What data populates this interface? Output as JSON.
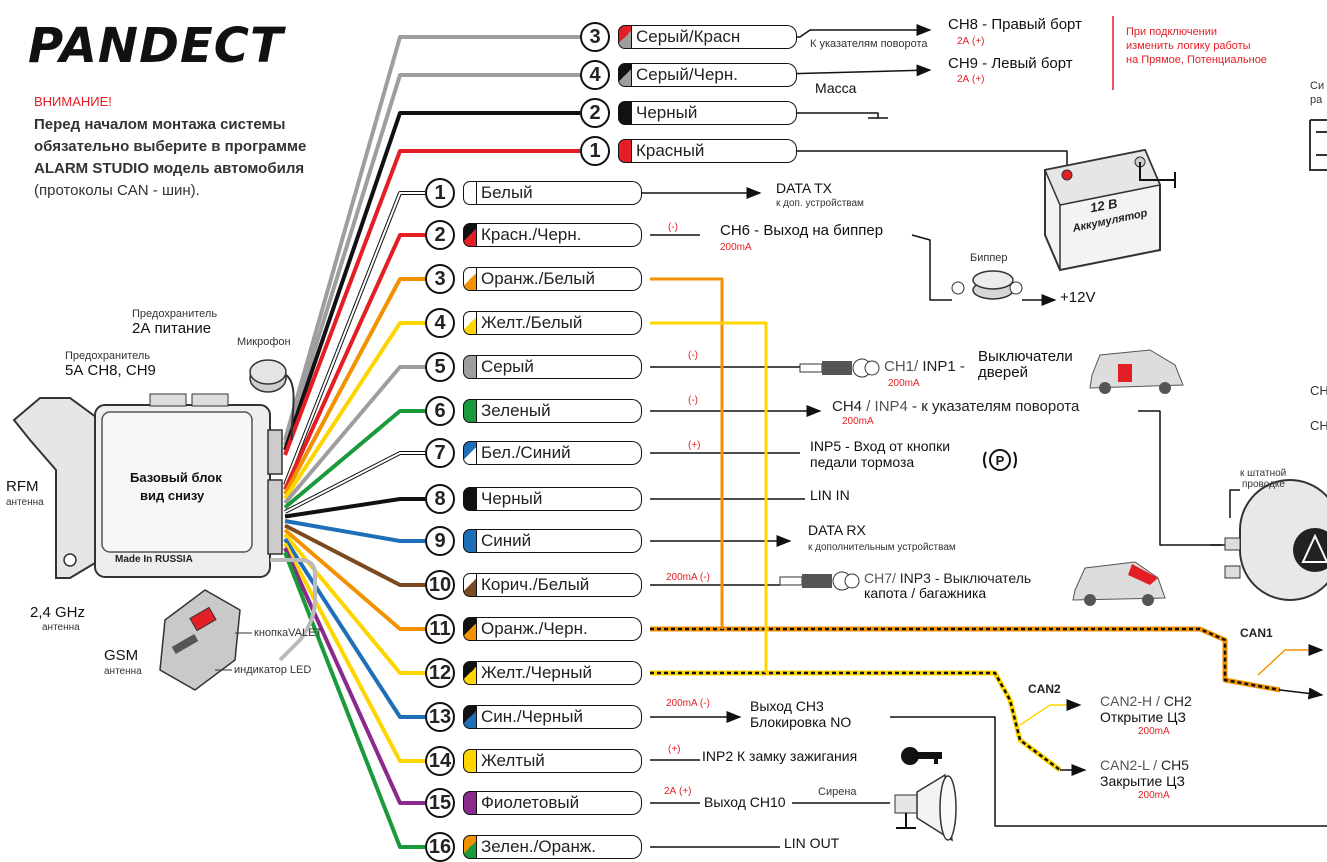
{
  "brand": {
    "logo": "PANDECT"
  },
  "warning": {
    "title": "ВНИМАНИЕ!",
    "body": "Перед началом монтажа системы обязательно выберите в программе ALARM STUDIO модель автомобиля",
    "note": "(протоколы CAN - шин)."
  },
  "unit": {
    "title": "Базовый блок",
    "subtitle": "вид снизу",
    "made": "Made In RUSSIA",
    "fuse_power_line1": "Предохранитель",
    "fuse_power_line2": "2А питание",
    "fuse_ch_line1": "Предохранитель",
    "fuse_ch_line2": "5А СН8, СН9",
    "microphone": "Микрофон",
    "rfm": "RFM",
    "rfm_sub": "антенна",
    "ghz": "2,4 GHz",
    "ghz_sub": "антенна",
    "gsm": "GSM",
    "gsm_sub": "антенна",
    "valet": "кнопкаVALET",
    "led": "индикатор LED"
  },
  "top_connector": [
    {
      "num": "3",
      "label": "Серый/Красн",
      "color": "#9e9e9e",
      "stripe": "#e31e24"
    },
    {
      "num": "4",
      "label": "Серый/Черн.",
      "color": "#9e9e9e",
      "stripe": "#111111"
    },
    {
      "num": "2",
      "label": "Черный",
      "color": "#111111",
      "stripe": "#111111"
    },
    {
      "num": "1",
      "label": "Красный",
      "color": "#e31e24",
      "stripe": "#e31e24"
    }
  ],
  "main_connector": [
    {
      "num": "1",
      "label": "Белый",
      "color": "#ffffff",
      "stripe": "#ffffff"
    },
    {
      "num": "2",
      "label": "Красн./Черн.",
      "color": "#e31e24",
      "stripe": "#111111"
    },
    {
      "num": "3",
      "label": "Оранж./Белый",
      "color": "#f39200",
      "stripe": "#ffffff"
    },
    {
      "num": "4",
      "label": "Желт./Белый",
      "color": "#ffd500",
      "stripe": "#ffffff"
    },
    {
      "num": "5",
      "label": "Серый",
      "color": "#9e9e9e",
      "stripe": "#9e9e9e"
    },
    {
      "num": "6",
      "label": "Зеленый",
      "color": "#1a9a3a",
      "stripe": "#1a9a3a"
    },
    {
      "num": "7",
      "label": "Бел./Синий",
      "color": "#ffffff",
      "stripe": "#1e6fb8"
    },
    {
      "num": "8",
      "label": "Черный",
      "color": "#111111",
      "stripe": "#111111"
    },
    {
      "num": "9",
      "label": "Синий",
      "color": "#1e6fb8",
      "stripe": "#1e6fb8"
    },
    {
      "num": "10",
      "label": "Корич./Белый",
      "color": "#7a4a22",
      "stripe": "#ffffff"
    },
    {
      "num": "11",
      "label": "Оранж./Черн.",
      "color": "#f39200",
      "stripe": "#111111"
    },
    {
      "num": "12",
      "label": "Желт./Черный",
      "color": "#ffd500",
      "stripe": "#111111"
    },
    {
      "num": "13",
      "label": "Син./Черный",
      "color": "#1e6fb8",
      "stripe": "#111111"
    },
    {
      "num": "14",
      "label": "Желтый",
      "color": "#ffd500",
      "stripe": "#ffd500"
    },
    {
      "num": "15",
      "label": "Фиолетовый",
      "color": "#8a2a8c",
      "stripe": "#8a2a8c"
    },
    {
      "num": "16",
      "label": "Зелен./Оранж.",
      "color": "#1a9a3a",
      "stripe": "#f39200"
    }
  ],
  "labels": {
    "ch8": "СН8 - Правый борт",
    "ch8_tag": "2А (+)",
    "turn": "К указателям поворота",
    "ch9": "СН9 - Левый борт",
    "ch9_tag": "2А (+)",
    "note_line1": "При подключении",
    "note_line2": "изменить логику работы",
    "note_line3": "на Прямое, Потенциальное",
    "mass": "Масса",
    "battery_volt": "12 В",
    "battery_name": "Аккумулятор",
    "data_tx": "DATA TX",
    "data_tx_sub": "к доп. устройствам",
    "ch6": "СН6 - Выход на биппер",
    "ch6_tag": "(-)",
    "ch6_ma": "200mA",
    "beeper": "Биппер",
    "plus12": "+12V",
    "ch1_prefix": "СН1/",
    "ch1_inp": "INP1",
    "ch1_dash": "-",
    "doors_line1": "Выключатели",
    "doors_line2": "дверей",
    "ch1_tag": "(-)",
    "ch1_ma": "200mA",
    "ch4": "СН4",
    "ch4_inp": "/ INP4",
    "ch4_rest": "- к указателям поворота",
    "ch4_tag": "(-)",
    "ch4_ma": "200mA",
    "inp5_line1": "INP5 - Вход от кнопки",
    "inp5_line2": "педали тормоза",
    "inp5_tag": "(+)",
    "lin_in": "LIN IN",
    "data_rx": "DATA RX",
    "data_rx_sub": "к дополнительным устройствам",
    "ch7_prefix": "СН7/",
    "ch7_inp": "INP3",
    "ch7_rest": "- Выключатель",
    "ch7_line2": "капота / багажника",
    "ch7_tag": "200mA (-)",
    "can1": "CAN1",
    "can2": "CAN2",
    "can2h_a": "CAN2-H /",
    "can2h_b": "СН2",
    "can2h_line2": "Открытие ЦЗ",
    "can2h_ma": "200mA",
    "can2l_a": "CAN2-L /",
    "can2l_b": "СН5",
    "can2l_line2": "Закрытие ЦЗ",
    "can2l_ma": "200mA",
    "ch3_line1": "Выход СН3",
    "ch3_line2": "Блокировка NO",
    "ch3_tag": "200mA (-)",
    "inp2": "INP2  К замку зажигания",
    "inp2_tag": "(+)",
    "ch10": "Выход СН10",
    "ch10_tag": "2А (+)",
    "siren": "Сирена",
    "lin_out": "LIN OUT",
    "std_wiring_line1": "к штатной",
    "std_wiring_line2": "проводке",
    "right_frag1": "Си",
    "right_frag2": "ра",
    "right_frag3": "СН",
    "right_frag4": "СН"
  }
}
